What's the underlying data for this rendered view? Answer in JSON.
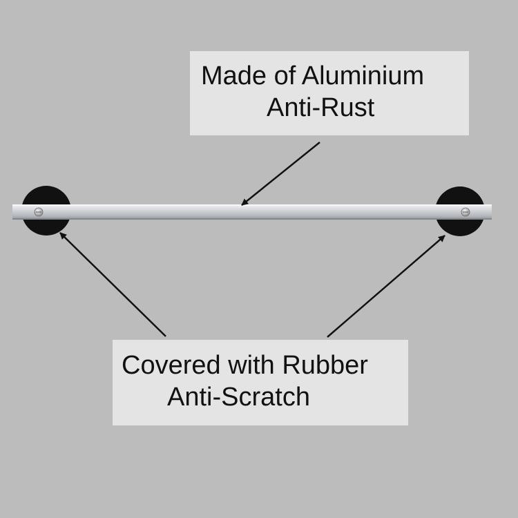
{
  "labels": {
    "top": {
      "line1": "Made of Aluminium",
      "line2": "Anti-Rust"
    },
    "bottom": {
      "line1": "Covered with Rubber",
      "line2": "Anti-Scratch"
    }
  },
  "colors": {
    "background": "#bcbcbc",
    "label_box": "#e4e4e4",
    "text": "#111111",
    "rubber": "#111111",
    "aluminium_light": "#e6e7ea",
    "aluminium_dark": "#9ea1a6"
  }
}
